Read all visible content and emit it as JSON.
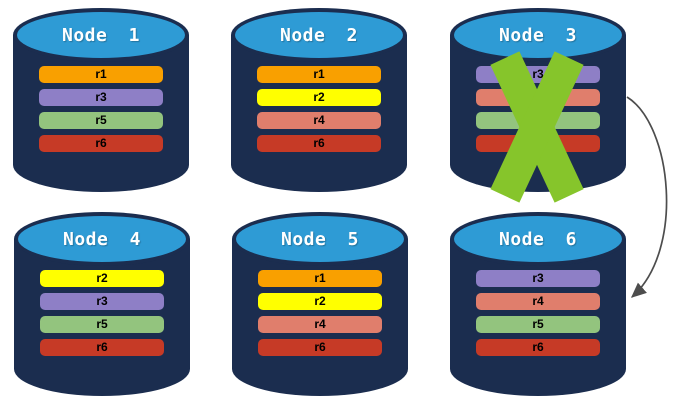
{
  "diagram": {
    "description": "Database cluster replication diagram with failed node",
    "colors": {
      "background": "#FFFFFF",
      "cylinder_body": "#1B2D4F",
      "cylinder_top": "#2E9BD5",
      "title_text": "#FFFFFF",
      "bar_text": "#000000",
      "failure_x": "#86C52B",
      "arrow": "#4D4D4D"
    },
    "replica_colors": {
      "r1": "#F9A000",
      "r2": "#FFFF00",
      "r3": "#8E7FC6",
      "r4": "#E07E6C",
      "r5": "#93C47E",
      "r6": "#C63A26"
    },
    "nodes": [
      {
        "title": "Node 1",
        "failed": false,
        "bars": [
          {
            "label": "r1",
            "color": "#F9A000"
          },
          {
            "label": "r3",
            "color": "#8E7FC6"
          },
          {
            "label": "r5",
            "color": "#93C47E"
          },
          {
            "label": "r6",
            "color": "#C63A26"
          }
        ]
      },
      {
        "title": "Node 2",
        "failed": false,
        "bars": [
          {
            "label": "r1",
            "color": "#F9A000"
          },
          {
            "label": "r2",
            "color": "#FFFF00"
          },
          {
            "label": "r4",
            "color": "#E07E6C"
          },
          {
            "label": "r6",
            "color": "#C63A26"
          }
        ]
      },
      {
        "title": "Node 3",
        "failed": true,
        "bars": [
          {
            "label": "r3",
            "color": "#8E7FC6"
          },
          {
            "label": "",
            "color": "#E07E6C"
          },
          {
            "label": "",
            "color": "#93C47E"
          },
          {
            "label": "",
            "color": "#C63A26"
          }
        ]
      },
      {
        "title": "Node 4",
        "failed": false,
        "bars": [
          {
            "label": "r2",
            "color": "#FFFF00"
          },
          {
            "label": "r3",
            "color": "#8E7FC6"
          },
          {
            "label": "r5",
            "color": "#93C47E"
          },
          {
            "label": "r6",
            "color": "#C63A26"
          }
        ]
      },
      {
        "title": "Node 5",
        "failed": false,
        "bars": [
          {
            "label": "r1",
            "color": "#F9A000"
          },
          {
            "label": "r2",
            "color": "#FFFF00"
          },
          {
            "label": "r4",
            "color": "#E07E6C"
          },
          {
            "label": "r6",
            "color": "#C63A26"
          }
        ]
      },
      {
        "title": "Node 6",
        "failed": false,
        "bars": [
          {
            "label": "r3",
            "color": "#8E7FC6"
          },
          {
            "label": "r4",
            "color": "#E07E6C"
          },
          {
            "label": "r5",
            "color": "#93C47E"
          },
          {
            "label": "r6",
            "color": "#C63A26"
          }
        ]
      }
    ],
    "arrow": {
      "from": "Node 3",
      "to": "Node 6"
    }
  }
}
